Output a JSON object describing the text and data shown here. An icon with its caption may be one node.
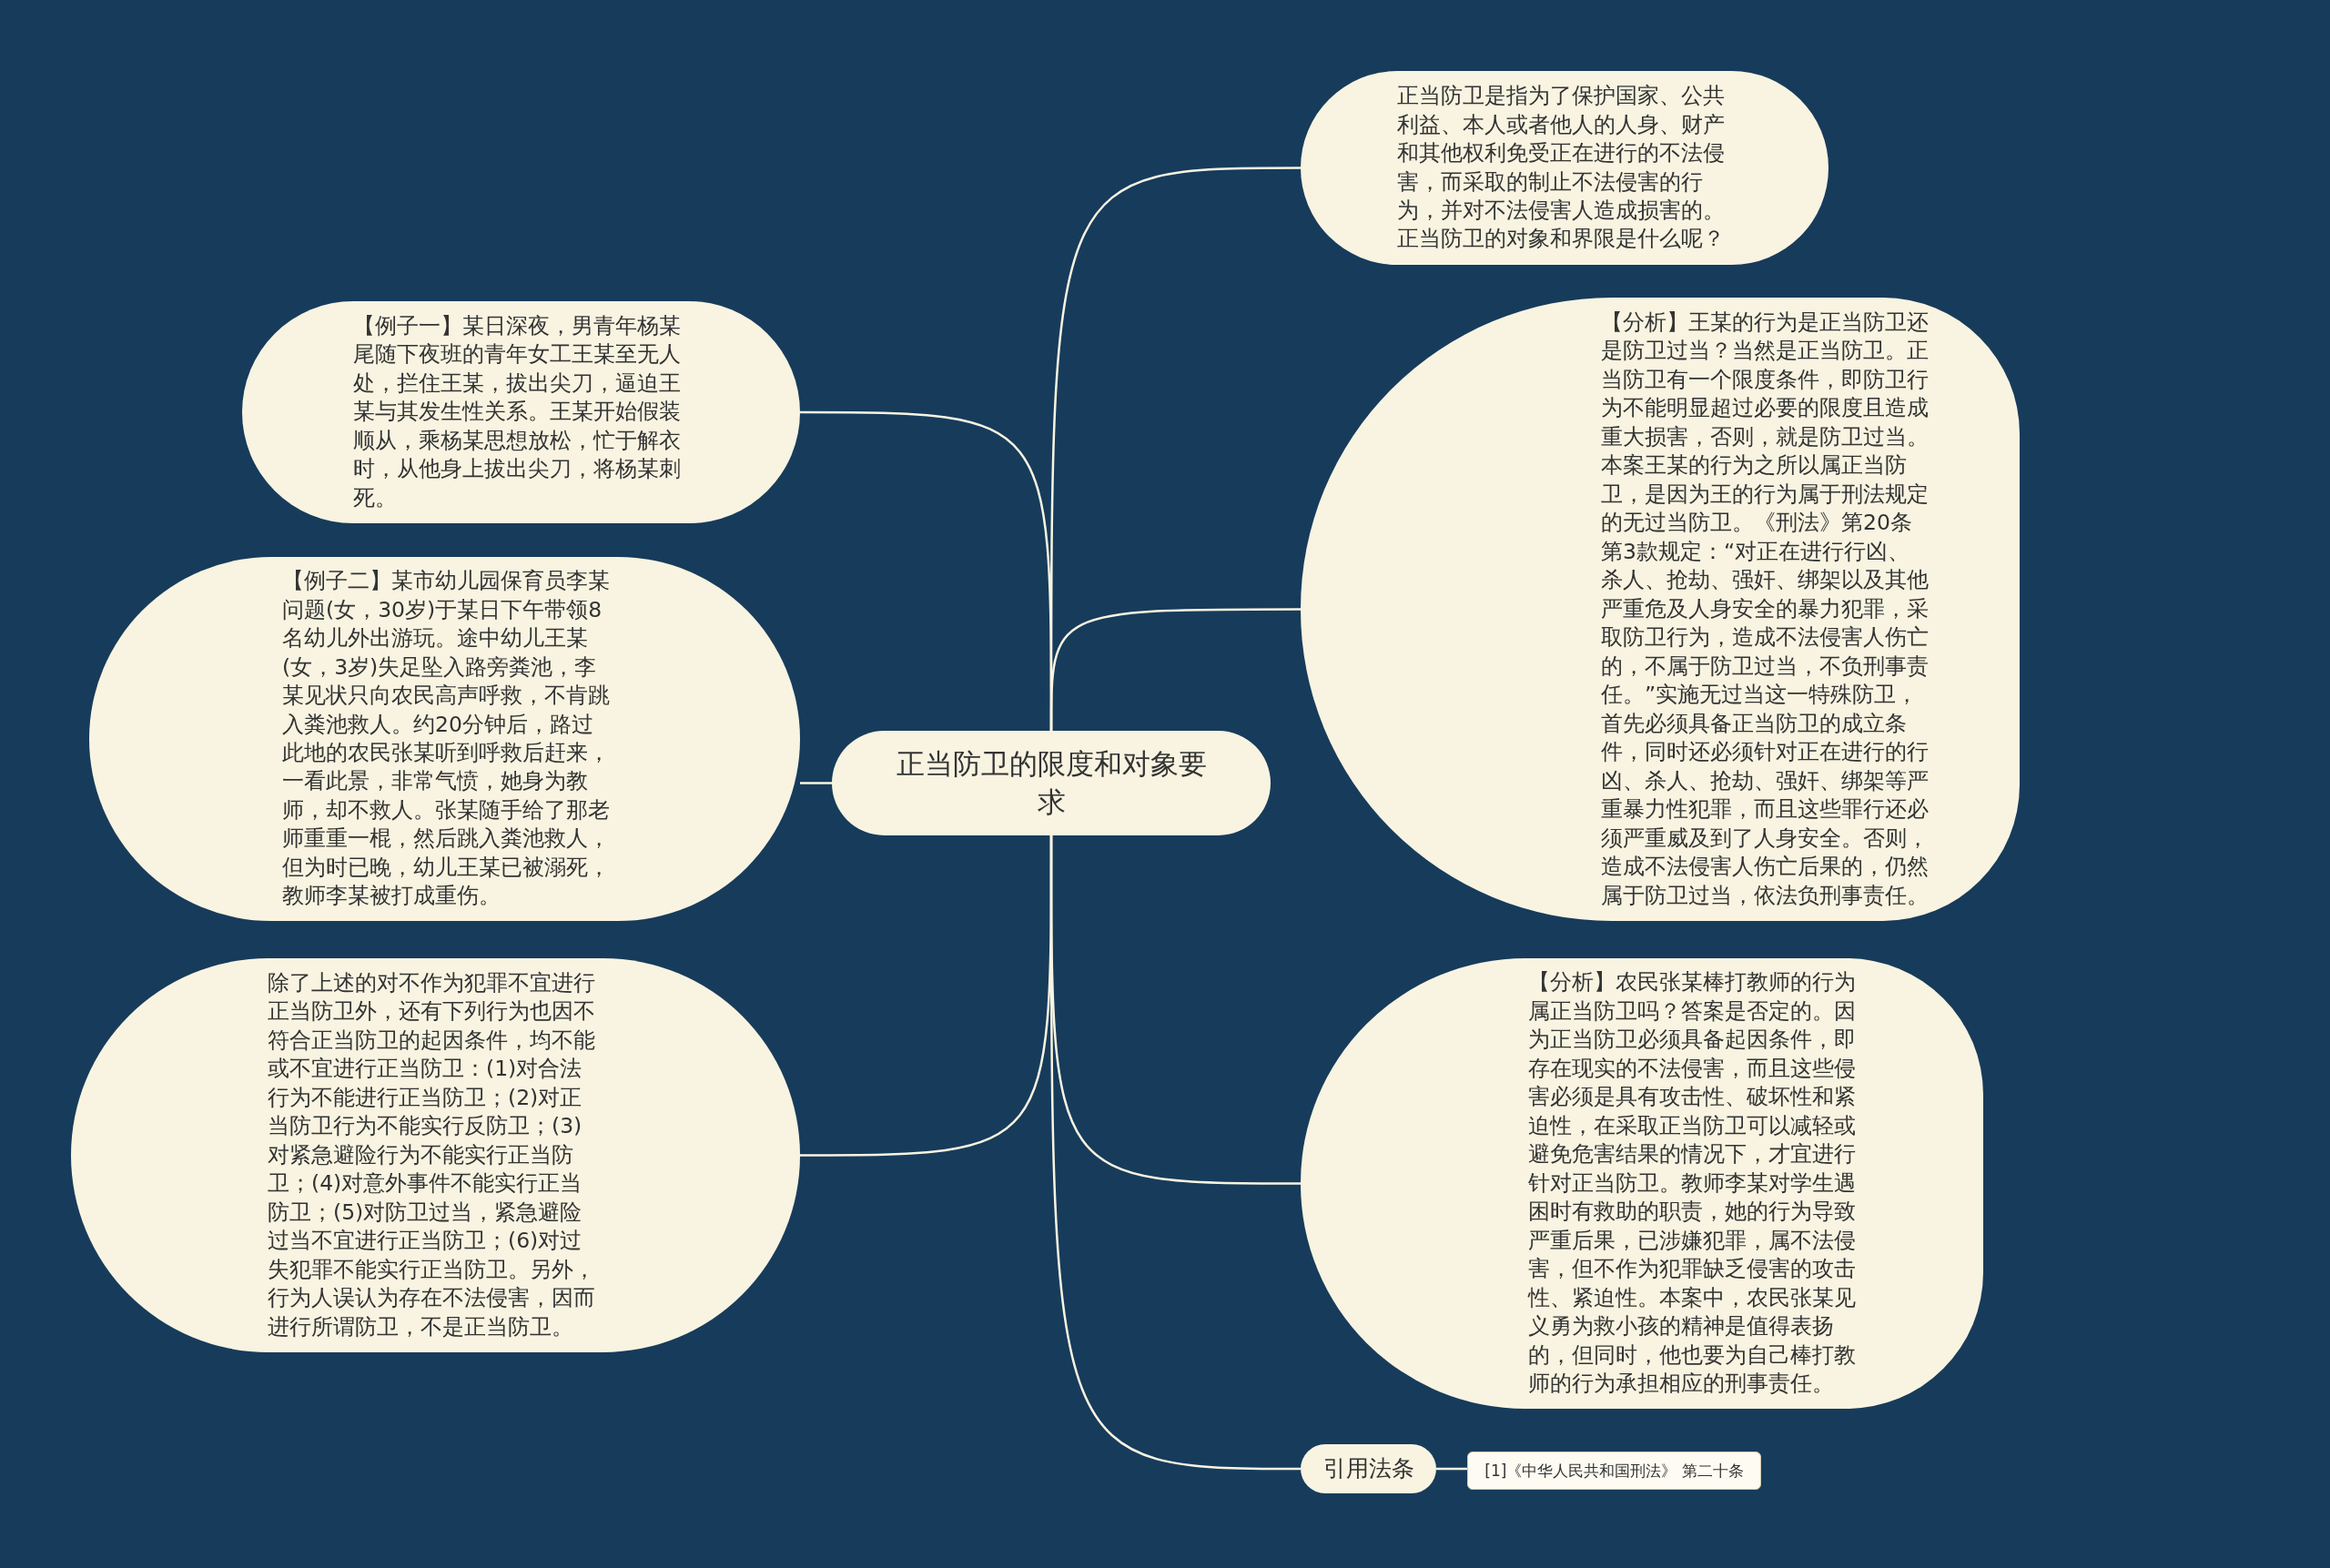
{
  "diagram": {
    "nodes": [
      {
        "text": [
          "正当防卫的限度和对象要求"
        ]
      },
      {
        "text": [
          "正当防卫是指为了保护国家、公共利益、本人或者他人的人身、财产和其他权利免受正在进行的不法侵害，而采取的制止不法侵害的行为，并对不法侵害人造成损害的。正当防卫的对象和界限是什么呢？"
        ]
      },
      {
        "text": [
          "【分析】王某的行为是正当防卫还是防卫过当？当然是正当防卫。正当防卫有一个限度条件，即防卫行为不能明显超过必要的限度且造成重大损害，否则，就是防卫过当。本案王某的行为之所以属正当防卫，是因为王的行为属于刑法规定的无过当防卫。《刑法》第20条第3款规定：“对正在进行行凶、杀人、抢劫、强奸、绑架以及其他严重危及人身安全的暴力犯罪，采取防卫行为，造成不法侵害人伤亡的，不属于防卫过当，不负刑事责任。”实施无过当这一特殊防卫，首先必须具备正当防卫的成立条件，同时还必须针对正在进行的行凶、杀人、抢劫、强奸、绑架等严重暴力性犯罪，而且这些罪行还必须严重威及到了人身安全。否则，造成不法侵害人伤亡后果的，仍然属于防卫过当，依法负刑事责任。"
        ]
      },
      {
        "text": [
          "【分析】农民张某棒打教师的行为属正当防卫吗？答案是否定的。因为正当防卫必须具备起因条件，即存在现实的不法侵害，而且这些侵害必须是具有攻击性、破坏性和紧迫性，在采取正当防卫可以减轻或避免危害结果的情况下，才宜进行针对正当防卫。教师李某对学生遇困时有救助的职责，她的行为导致严重后果，已涉嫌犯罪，属不法侵害，但不作为犯罪缺乏侵害的攻击性、紧迫性。本案中，农民张某见义勇为救小孩的精神是值得表扬的，但同时，他也要为自己棒打教师的行为承担相应的刑事责任。"
        ]
      },
      {
        "text": [
          "引用法条"
        ]
      },
      {
        "text": [
          "[1]《中华人民共和国刑法》 第二十条"
        ]
      },
      {
        "text": [
          "【例子一】某日深夜，男青年杨某尾随下夜班的青年女工王某至无人处，拦住王某，拔出尖刀，逼迫王某与其发生性关系。王某开始假装顺从，乘杨某思想放松，忙于解衣时，从他身上拔出尖刀，将杨某刺死。"
        ]
      },
      {
        "text": [
          "【例子二】某市幼儿园保育员李某问题(女，30岁)于某日下午带领8名幼儿外出游玩。途中幼儿王某(女，3岁)失足坠入路旁粪池，李某见状只向农民高声呼救，不肯跳入粪池救人。约20分钟后，路过此地的农民张某听到呼救后赶来，一看此景，非常气愤，她身为教师，却不救人。张某随手给了那老师重重一棍，然后跳入粪池救人，但为时已晚，幼儿王某已被溺死，教师李某被打成重伤。"
        ]
      },
      {
        "text": [
          "除了上述的对不作为犯罪不宜进行正当防卫外，还有下列行为也因不符合正当防卫的起因条件，均不能或不宜进行正当防卫：(1)对合法行为不能进行正当防卫；(2)对正当防卫行为不能实行反防卫；(3)对紧急避险行为不能实行正当防卫；(4)对意外事件不能实行正当防卫；(5)对防卫过当，紧急避险过当不宜进行正当防卫；(6)对过失犯罪不能实行正当防卫。另外，行为人误认为存在不法侵害，因而进行所谓防卫，不是正当防卫。"
        ]
      }
    ],
    "edges": [
      {
        "from": 0,
        "to": 1,
        "arrow": "none"
      },
      {
        "from": 0,
        "to": 2,
        "arrow": "none"
      },
      {
        "from": 0,
        "to": 3,
        "arrow": "none"
      },
      {
        "from": 0,
        "to": 4,
        "arrow": "none"
      },
      {
        "from": 4,
        "to": 5,
        "arrow": "none"
      },
      {
        "from": 0,
        "to": 6,
        "arrow": "none"
      },
      {
        "from": 0,
        "to": 7,
        "arrow": "none"
      },
      {
        "from": 0,
        "to": 8,
        "arrow": "none"
      }
    ]
  }
}
